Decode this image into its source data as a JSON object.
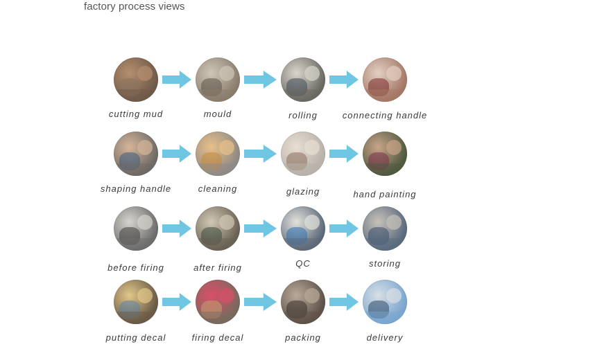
{
  "page_title": "factory process views",
  "rows": [
    [
      {
        "label": "cutting mud",
        "colors": [
          "#6f5a48",
          "#b58f6f",
          "#8a7560"
        ]
      },
      {
        "label": "mould",
        "colors": [
          "#8a7d6e",
          "#cfc6b8",
          "#5f5348"
        ]
      },
      {
        "label": "rolling",
        "colors": [
          "#6b6a62",
          "#d8d5cc",
          "#3f4a55"
        ]
      },
      {
        "label": "connecting handle",
        "colors": [
          "#a57866",
          "#e2cfc2",
          "#7a2c2c"
        ]
      }
    ],
    [
      {
        "label": "shaping handle",
        "colors": [
          "#6f6a66",
          "#d6b59a",
          "#3c5b7a"
        ]
      },
      {
        "label": "cleaning",
        "colors": [
          "#8f8a85",
          "#e8c08a",
          "#c58a3a"
        ]
      },
      {
        "label": "glazing",
        "colors": [
          "#b9b2aa",
          "#e8ded2",
          "#8a6f5c"
        ]
      },
      {
        "label": "hand painting",
        "colors": [
          "#4f5a3f",
          "#c9a48a",
          "#7a3048"
        ]
      }
    ],
    [
      {
        "label": "before firing",
        "colors": [
          "#6d6d6d",
          "#d7d4cf",
          "#3f3f3f"
        ]
      },
      {
        "label": "after firing",
        "colors": [
          "#6a6254",
          "#d2c8b5",
          "#3b4a3a"
        ]
      },
      {
        "label": "QC",
        "colors": [
          "#5d6a7a",
          "#e3e2dc",
          "#2f6fb0"
        ]
      },
      {
        "label": "storing",
        "colors": [
          "#5a6b7f",
          "#c8c2b8",
          "#3b4f6b"
        ]
      }
    ],
    [
      {
        "label": "putting decal",
        "colors": [
          "#6a5a46",
          "#e2c889",
          "#5d7fa8"
        ]
      },
      {
        "label": "firing decal",
        "colors": [
          "#7a6a5e",
          "#d94f6a",
          "#c7a070"
        ]
      },
      {
        "label": "packing",
        "colors": [
          "#5f5349",
          "#b9aa9a",
          "#3a3129"
        ]
      },
      {
        "label": "delivery",
        "colors": [
          "#7aa6d0",
          "#d9dfe5",
          "#2f4a6a"
        ]
      }
    ]
  ],
  "arrow_color": "#6fc6e2"
}
